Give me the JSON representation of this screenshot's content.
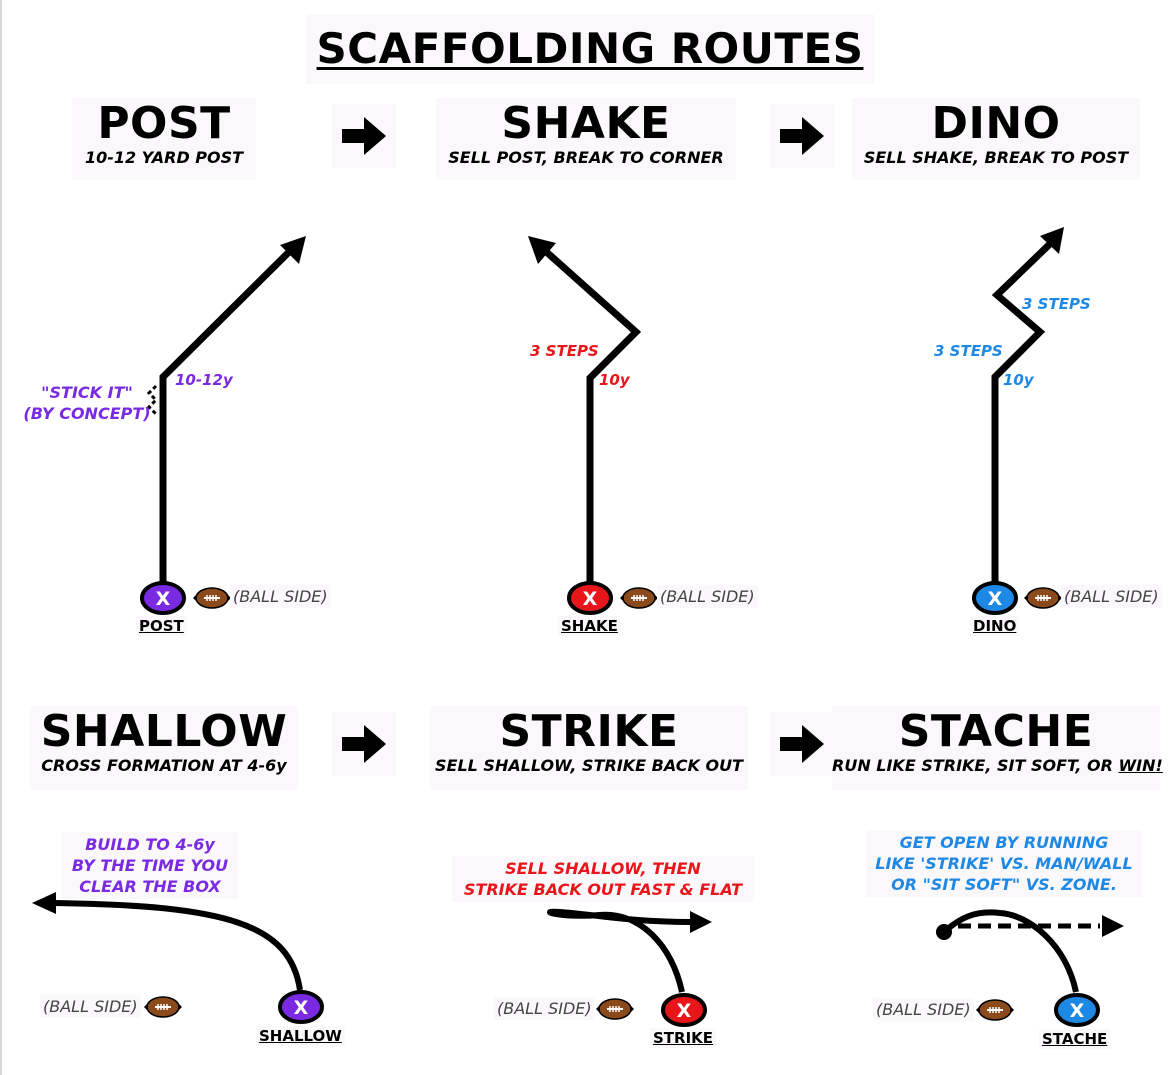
{
  "title": "SCAFFOLDING ROUTES",
  "colors": {
    "post": "#7a2be2",
    "shake": "#e8151b",
    "dino": "#1e88e5",
    "route_line": "#000000",
    "football": "#8b4a1c"
  },
  "icons": [
    "right-arrow-icon",
    "football-icon"
  ],
  "ball_side": "(BALL SIDE)",
  "receiver_mark": "X",
  "routes": {
    "post": {
      "name": "POST",
      "description": "10-12 YARD POST",
      "label": "POST",
      "notes": [
        "\"STICK IT\"",
        "(BY CONCEPT)"
      ],
      "depth": "10-12y"
    },
    "shake": {
      "name": "SHAKE",
      "description": "SELL POST, BREAK TO CORNER",
      "label": "SHAKE",
      "steps": "3 STEPS",
      "depth": "10y"
    },
    "dino": {
      "name": "DINO",
      "description": "SELL SHAKE, BREAK TO POST",
      "label": "DINO",
      "steps_1": "3 STEPS",
      "steps_2": "3 STEPS",
      "depth": "10y"
    },
    "shallow": {
      "name": "SHALLOW",
      "description": "CROSS FORMATION AT 4-6y",
      "label": "SHALLOW",
      "notes": [
        "BUILD TO 4-6y",
        "BY THE TIME YOU",
        "CLEAR THE BOX"
      ]
    },
    "strike": {
      "name": "STRIKE",
      "description": "SELL SHALLOW, STRIKE BACK OUT",
      "label": "STRIKE",
      "notes": [
        "SELL SHALLOW, THEN",
        "STRIKE BACK OUT FAST & FLAT"
      ]
    },
    "stache": {
      "name": "STACHE",
      "description": "RUN LIKE STRIKE, SIT SOFT, OR",
      "description_emphasis": "WIN!",
      "label": "STACHE",
      "notes": [
        "GET OPEN BY RUNNING",
        "LIKE 'STRIKE' VS. MAN/WALL",
        "OR \"SIT SOFT\" VS. ZONE."
      ]
    }
  }
}
